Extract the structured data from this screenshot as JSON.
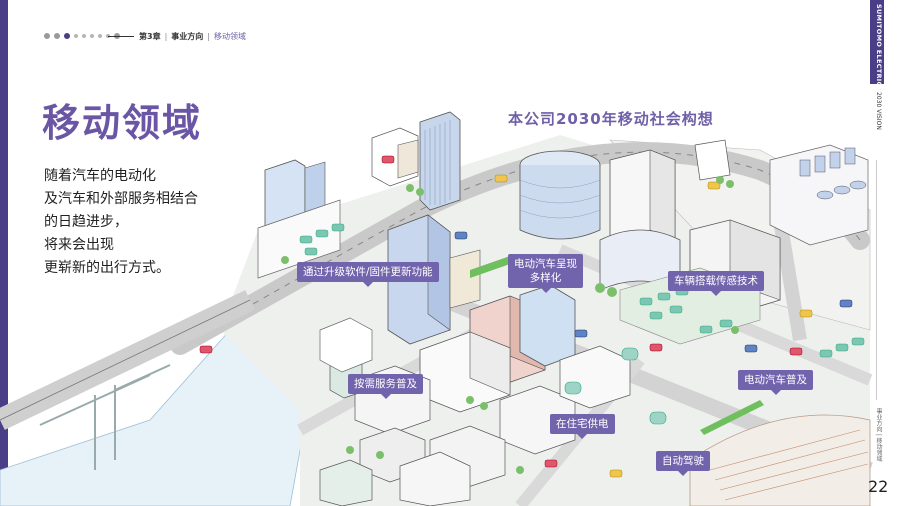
{
  "header": {
    "chapter": "第3章",
    "section": "事业方向",
    "current": "移动领域"
  },
  "title": "移动领域",
  "body_lines": [
    "随着汽车的电动化",
    "及汽车和外部服务相结合",
    "的日趋进步，",
    "将来会出现",
    "更崭新的出行方式。"
  ],
  "subtitle": "本公司2030年移动社会构想",
  "brand": "SUMITOMO ELECTRIC",
  "vision": "2030 VISION",
  "section_mark": "事业方向 | 移动领域",
  "page_number": "22",
  "callouts": {
    "ota": "通过升级软件/固件更新功能",
    "diverse_l1": "电动汽车呈现",
    "diverse_l2": "多样化",
    "sensing": "车辆搭载传感技术",
    "on_demand": "按需服务普及",
    "ev_spread": "电动汽车普及",
    "home_power": "在住宅供电",
    "autonomous": "自动驾驶"
  },
  "colors": {
    "accent": "#6b56a5",
    "callout": "#7263ad",
    "band": "#4a3f86"
  }
}
